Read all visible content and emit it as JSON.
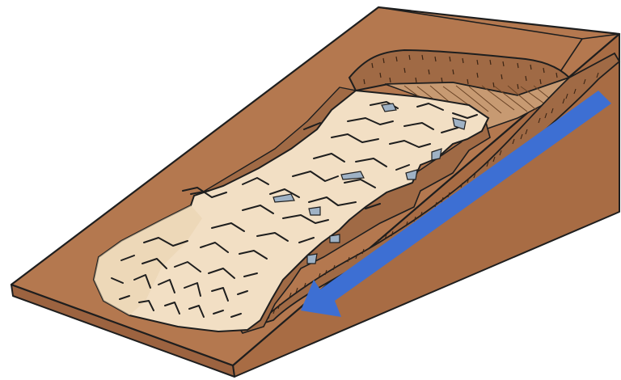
{
  "diagram": {
    "colors": {
      "background": "#ffffff",
      "ground_top": "#b4784f",
      "ground_side": "#a86c44",
      "ground_front": "#9c6340",
      "outline": "#1e1e1e",
      "slide_mass": "#f2dfc4",
      "slide_mass_edge": "#ead3b1",
      "scarp_rock": "#a06a45",
      "bedding_planes": "#c79a72",
      "crack_shadow": "#9fb2c5",
      "arrow": "#3d6fd3"
    },
    "elements": [
      "slope-block",
      "head-scarp",
      "exposed-bedding-surface",
      "slide-mass",
      "tension-cracks",
      "movement-arrow"
    ]
  }
}
